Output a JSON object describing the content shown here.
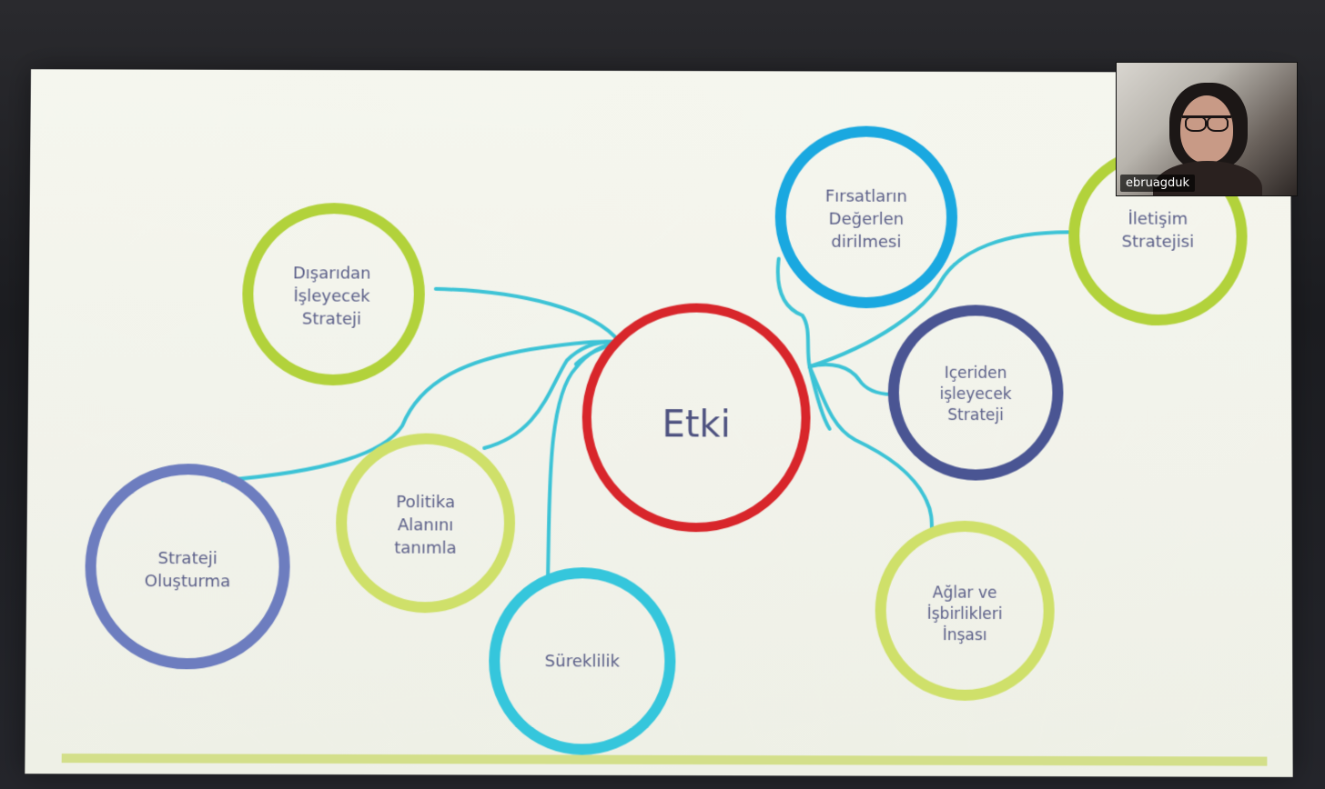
{
  "slide": {
    "center": {
      "label": "Etki",
      "color": "#d8262b"
    },
    "nodes": [
      {
        "id": "disaridan",
        "label": "Dışarıdan\nİşleyecek\nStrateji",
        "color": "#b2d23b"
      },
      {
        "id": "firsatlarin",
        "label": "Fırsatların\nDeğerlen\ndirilmesi",
        "color": "#1aa8e0"
      },
      {
        "id": "iletisim",
        "label": "İletişim\nStratejisi",
        "color": "#b2d23b"
      },
      {
        "id": "iceriden",
        "label": "Içeriden\nişleyecek\nStrateji",
        "color": "#4a5593"
      },
      {
        "id": "politika",
        "label": "Politika\nAlanını\ntanımla",
        "color": "#cfe06a"
      },
      {
        "id": "strateji-olusturma",
        "label": "Strateji\nOluşturma",
        "color": "#6d7dbf"
      },
      {
        "id": "sureklilik",
        "label": "Süreklilik",
        "color": "#35c6dc"
      },
      {
        "id": "aglar",
        "label": "Ağlar ve\nİşbirlikleri\nİnşası",
        "color": "#cfe06a"
      }
    ],
    "connector_color": "#3cc3d6"
  },
  "webcam": {
    "participant_name": "ebruagduk"
  }
}
